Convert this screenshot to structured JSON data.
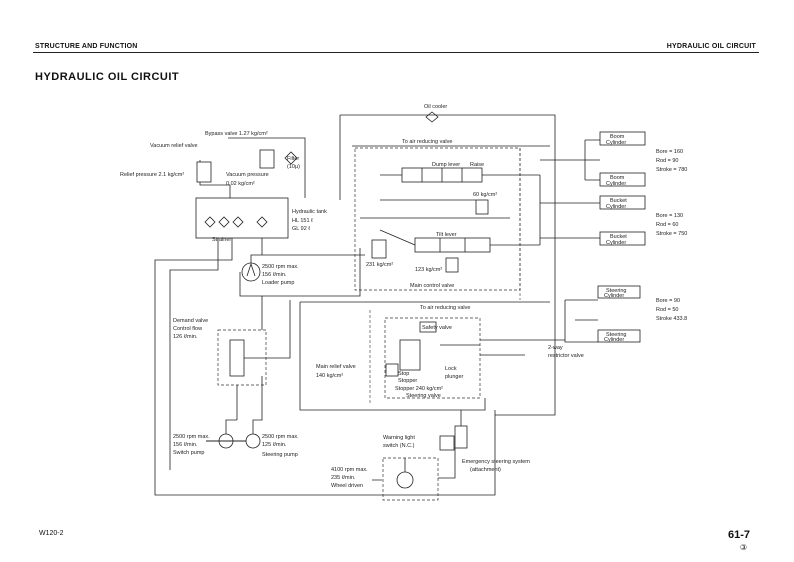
{
  "header": {
    "left": "STRUCTURE AND FUNCTION",
    "right": "HYDRAULIC OIL CIRCUIT"
  },
  "title": "HYDRAULIC OIL CIRCUIT",
  "footer": {
    "code": "W120-2",
    "page": "61-7",
    "mark": "③"
  },
  "labels": {
    "oil_cooler": "Oil cooler",
    "bypass_valve": "Bypass valve 1.27 kg/cm²",
    "vacuum_relief": "Vacuum relief valve",
    "filter": "Filter",
    "filter_mesh": "(10μ)",
    "relief_pressure": "Relief pressure 2.1 kg/cm²",
    "vacuum_pressure": "Vacuum pressure",
    "vacuum_value": "0.02 kg/cm²",
    "strainer": "Strainer",
    "tank_1": "Hydraulic tank",
    "tank_2": "HL 151 ℓ",
    "tank_3": "GL 92 ℓ",
    "to_ppc_1": "To air reducing valve",
    "dump_lever": "Dump lever",
    "raise": "Raise",
    "kgcm_60": "60 kg/cm²",
    "boom_cyl_1": "Boom",
    "boom_cyl_2": "Cylinder",
    "boom_cyl_3": "Boom",
    "boom_cyl_4": "Cylinder",
    "boom_spec_1": "Bore = 160",
    "boom_spec_2": "Rod = 90",
    "boom_spec_3": "Stroke = 780",
    "bucket_cyl_1": "Bucket",
    "bucket_cyl_2": "Cylinder",
    "bucket_cyl_3": "Bucket",
    "bucket_cyl_4": "Cylinder",
    "bucket_spec_1": "Bore = 130",
    "bucket_spec_2": "Rod = 60",
    "bucket_spec_3": "Stroke = 750",
    "tilt_lever": "Tilt lever",
    "kgcm_231": "231 kg/cm²",
    "kgcm_123": "123 kg/cm²",
    "main_control_valve": "Main control valve",
    "rpm_2500": "2500 rpm max.",
    "flow_156": "156 ℓ/min.",
    "loader_pump": "Loader pump",
    "to_ppc_2": "To air reducing valve",
    "demand_1": "Demand valve",
    "demand_2": "Control flow",
    "demand_3": "126 ℓ/min.",
    "steer_cyl_1": "Steering",
    "steer_cyl_2": "Cylinder",
    "steer_cyl_3": "Steering",
    "steer_cyl_4": "Cylinder",
    "steer_spec_1": "Bore = 90",
    "steer_spec_2": "Rod = 50",
    "steer_spec_3": "Stroke 433.8",
    "safety_valve": "Safety valve",
    "two_way_1": "2-way",
    "two_way_2": "restrictor valve",
    "main_relief_1": "Main relief valve",
    "main_relief_2": "140 kg/cm²",
    "stop": "Stop",
    "stopper": "Stopper",
    "lock_1": "Lock",
    "lock_2": "plunger",
    "stopper_kg": "Stopper 240 kg/cm²",
    "steering_valve": "Steering valve",
    "switch_rpm": "2500 rpm max.",
    "switch_flow": "156 ℓ/min.",
    "switch_pump": "Switch pump",
    "steer_rpm": "2500 rpm max.",
    "steer_flow": "125 ℓ/min.",
    "steering_pump": "Steering pump",
    "warning_1": "Warning light",
    "warning_2": "switch (N.C.)",
    "emergency_1": "Emergency steering system",
    "emergency_2": "(attachment)",
    "wheel_rpm": "4100 rpm max.",
    "wheel_flow": "235 ℓ/min.",
    "wheel_driven": "Wheel driven"
  }
}
